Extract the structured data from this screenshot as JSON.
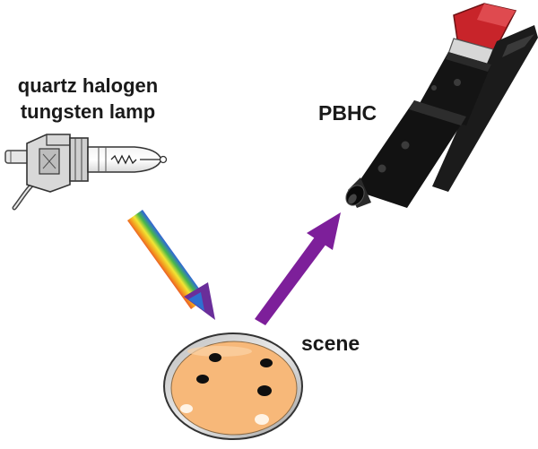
{
  "labels": {
    "lamp_line1": "quartz halogen",
    "lamp_line2": "tungsten lamp",
    "camera": "PBHC",
    "scene": "scene"
  },
  "colors": {
    "background": "#ffffff",
    "camera_body": "#111111",
    "camera_cap": "#c8242a",
    "reflected_arrow": "#7d1f9a",
    "scene_disk": "#f7b879",
    "scene_rim": "#d4d4d4",
    "spot": "#111111"
  },
  "icons": {
    "light_source": "halogen-lamp-icon",
    "camera": "camera-icon",
    "incident_light": "rainbow-arrow-icon",
    "reflected_light": "purple-arrow-icon",
    "target": "petri-dish-icon"
  }
}
